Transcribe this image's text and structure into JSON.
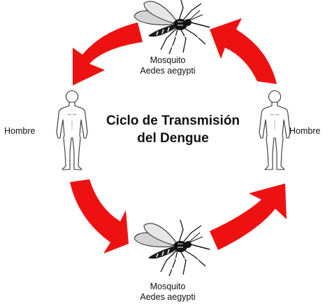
{
  "title_line1": "Ciclo de Transmisión",
  "title_line2": "del Dengue",
  "nodes": {
    "top": {
      "line1": "Mosquito",
      "line2": "Aedes aegypti",
      "icon": "mosquito-icon"
    },
    "right": {
      "label": "Hombre",
      "icon": "human-figure-icon"
    },
    "bottom": {
      "line1": "Mosquito",
      "line2": "Aedes aegypti",
      "icon": "mosquito-icon"
    },
    "left": {
      "label": "Hombre",
      "icon": "human-figure-icon"
    }
  },
  "colors": {
    "arrow": "#ee1111",
    "text": "#111111",
    "outline": "#222222"
  }
}
